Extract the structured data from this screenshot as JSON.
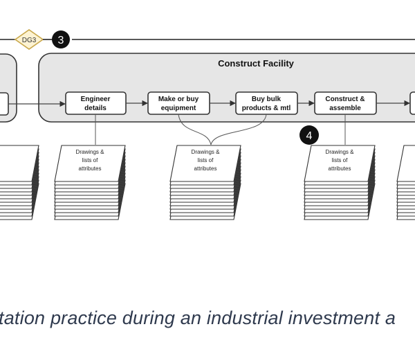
{
  "gates": {
    "dg3_label": "DG3",
    "marker3": "3",
    "marker4": "4"
  },
  "phase": {
    "title": "Construct Facility"
  },
  "steps": [
    {
      "line1": "Engineer",
      "line2": "details"
    },
    {
      "line1": "Make or buy",
      "line2": "equipment"
    },
    {
      "line1": "Buy bulk",
      "line2": "products & mtl"
    },
    {
      "line1": "Construct &",
      "line2": "assemble"
    }
  ],
  "doc_stack": {
    "line1": "Drawings &",
    "line2": "lists of",
    "line3": "attributes"
  },
  "caption": "tation practice during an industrial investment a",
  "colors": {
    "phase_fill": "#e6e6e6",
    "gate_fill": "#fdf3d2",
    "gate_stroke": "#c8a74a",
    "marker_fill": "#111111",
    "caption": "#2f3a4e"
  }
}
